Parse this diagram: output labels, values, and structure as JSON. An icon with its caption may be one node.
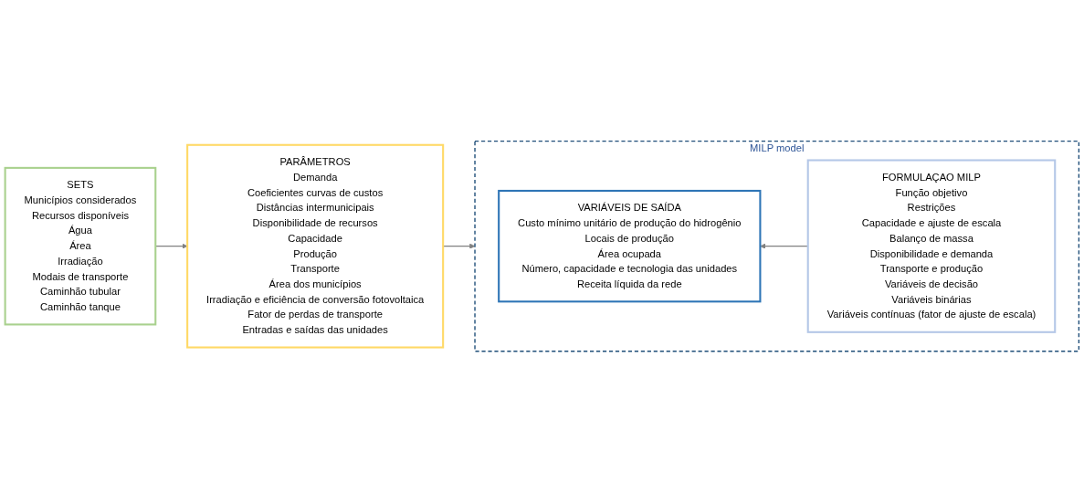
{
  "diagram": {
    "nodes": [
      {
        "text": [
          "SETS",
          "Municípios considerados",
          "Recursos disponíveis",
          "Água",
          "Área",
          "Irradiação",
          "Modais de transporte",
          "Caminhão tubular",
          "Caminhão tanque"
        ]
      },
      {
        "text": [
          "PARÂMETROS",
          "Demanda",
          "Coeficientes curvas de custos",
          "Distâncias intermunicipais",
          "Disponibilidade de recursos",
          "Capacidade",
          "Produção",
          "Transporte",
          "Área dos municípios",
          "Irradiação e eficiência de conversão fotovoltaica",
          "Fator de perdas de transporte",
          "Entradas e saídas das unidades"
        ]
      },
      {
        "text": [
          "MILP model"
        ]
      },
      {
        "text": [
          "VARIÁVEIS DE SAÍDA",
          "Custo mínimo unitário de produção do hidrogênio",
          "Locais de produção",
          "Área ocupada",
          "Número, capacidade  e tecnologia das unidades",
          "Receita líquida da rede"
        ],
        "in": 2
      },
      {
        "text": [
          "FORMULAÇAO MILP",
          "Função objetivo",
          "Restrições",
          "Capacidade e ajuste de escala",
          "Balanço de massa",
          "Disponibilidade  e demanda",
          "Transporte e produção",
          "Variáveis de decisão",
          "Variáveis binárias",
          "Variáveis contínuas (fator de ajuste de escala)"
        ],
        "in": 2
      }
    ],
    "edges": [
      {
        "from": 0,
        "to": 1,
        "arrow": "to"
      },
      {
        "from": 1,
        "to": 2,
        "arrow": "to"
      },
      {
        "from": 4,
        "to": 3,
        "arrow": "to"
      }
    ]
  }
}
